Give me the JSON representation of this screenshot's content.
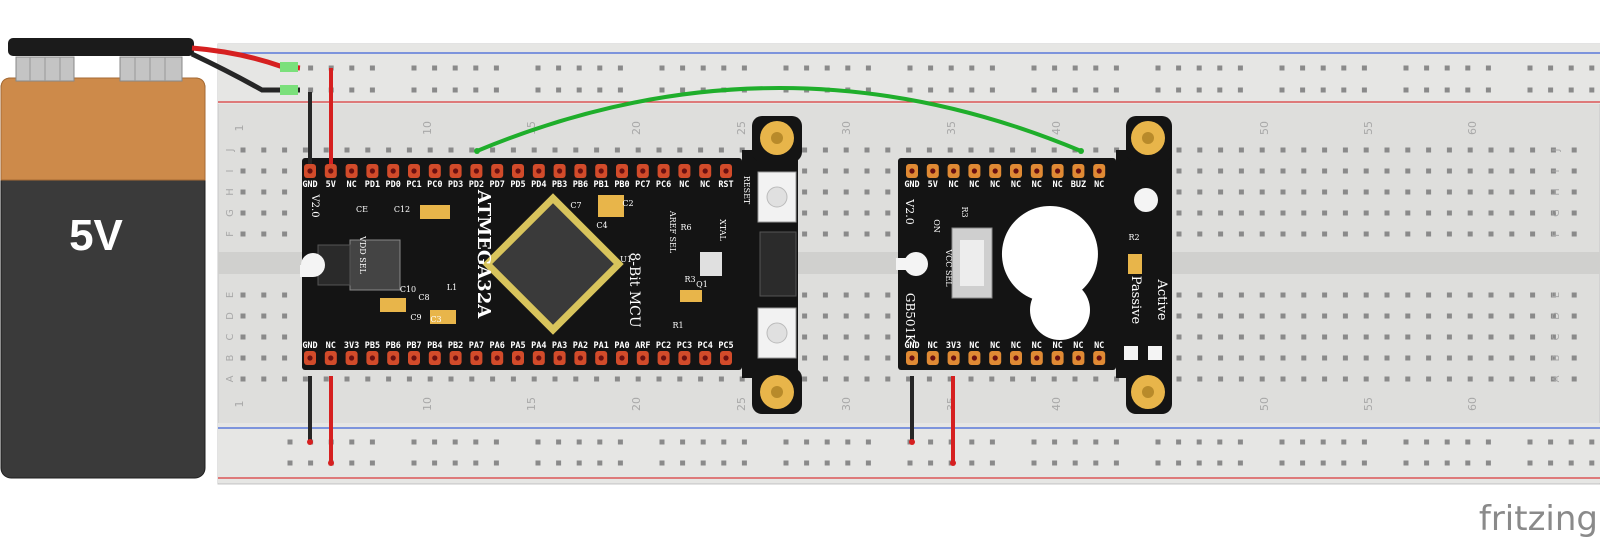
{
  "battery": {
    "label": "5V"
  },
  "breadboard": {
    "column_numbers": [
      "1",
      "10",
      "15",
      "20",
      "25",
      "30",
      "35",
      "40",
      "50",
      "55",
      "60"
    ],
    "row_letters_top": [
      "J",
      "I",
      "H",
      "G",
      "F"
    ],
    "row_letters_bottom": [
      "E",
      "D",
      "C",
      "B",
      "A"
    ]
  },
  "mcu_board": {
    "top_pins": [
      "GND",
      "5V",
      "NC",
      "PD1",
      "PD0",
      "PC1",
      "PC0",
      "PD3",
      "PD2",
      "PD7",
      "PD5",
      "PD4",
      "PB3",
      "PB6",
      "PB1",
      "PB0",
      "PC7",
      "PC6",
      "NC",
      "NC",
      "RST"
    ],
    "bottom_pins": [
      "GND",
      "NC",
      "3V3",
      "PB5",
      "PB6",
      "PB7",
      "PB4",
      "PB2",
      "PA7",
      "PA6",
      "PA5",
      "PA4",
      "PA3",
      "PA2",
      "PA1",
      "PA0",
      "ARF",
      "PC2",
      "PC3",
      "PC4",
      "PC5"
    ],
    "chip_title": "ATMEGA32A",
    "mcu_label": "8-Bit MCU",
    "version": "V2.0",
    "extra_labels": [
      "RESET",
      "AREF SEL",
      "XTAL",
      "VDD SEL",
      "U1",
      "Q1",
      "R6",
      "R3",
      "C4",
      "C7",
      "R1",
      "C2",
      "L1",
      "C3",
      "C9",
      "C8",
      "C10",
      "C12",
      "CE"
    ]
  },
  "buzzer_board": {
    "top_pins": [
      "GND",
      "5V",
      "NC",
      "NC",
      "NC",
      "NC",
      "NC",
      "NC",
      "BUZ",
      "NC"
    ],
    "bottom_pins": [
      "GND",
      "NC",
      "3V3",
      "NC",
      "NC",
      "NC",
      "NC",
      "NC",
      "NC",
      "NC"
    ],
    "version": "V2.0",
    "model": "GB501K",
    "labels": [
      "ON",
      "VCC SEL",
      "R3",
      "R2",
      "Active",
      "Passive"
    ]
  },
  "brand": "fritzing",
  "colors": {
    "wire_red": "#d62020",
    "wire_black": "#262626",
    "wire_green": "#1fae2b",
    "pcb": "#141414",
    "gold": "#e8b54a",
    "battery_top": "#cd8a4a",
    "battery_body": "#3a3a3a"
  }
}
